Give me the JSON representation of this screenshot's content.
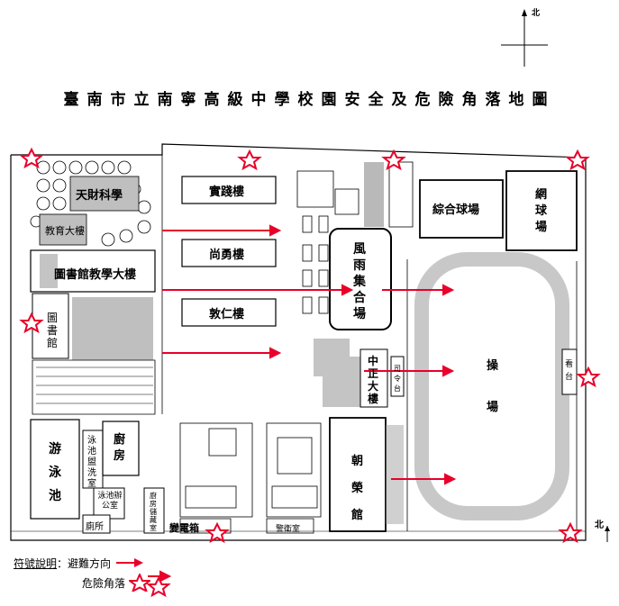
{
  "title": "臺南市立南寧高級中學校園安全及危險角落地圖",
  "compass": {
    "north_label": "北"
  },
  "map": {
    "buildings": {
      "tiancai": "天財科學",
      "jiaoyu": "教育大樓",
      "library_building": "圖書館教學大樓",
      "library": "圖書館",
      "shijian": "實踐樓",
      "shangyong": "尚勇樓",
      "dunren": "敦仁樓",
      "fengyu": "風雨集合場",
      "zonghe": "綜合球場",
      "tennis": "網球場",
      "playground": "操場",
      "zhongzheng": "中正大樓",
      "stand_left": "司令台",
      "stand_right": "看台",
      "pool": "游泳池",
      "pool_shower": "泳池盥洗室",
      "pool_office": "泳池辦公室",
      "kitchen": "廚房",
      "toilet": "廁所",
      "kitchen_shed": "廚房儲藏室",
      "transformer": "變電箱",
      "guard": "警衛室",
      "chaorong": "朝榮館"
    }
  },
  "legend": {
    "header": "符號說明",
    "separator": "：",
    "evacuation_label": "避難方向",
    "danger_label": "危險角落"
  },
  "colors": {
    "arrow": "#e8002a",
    "star_fill": "#ffffff",
    "star_stroke": "#e8002a",
    "track": "#c8c8c8",
    "dark_fill": "#bfbfbf"
  }
}
